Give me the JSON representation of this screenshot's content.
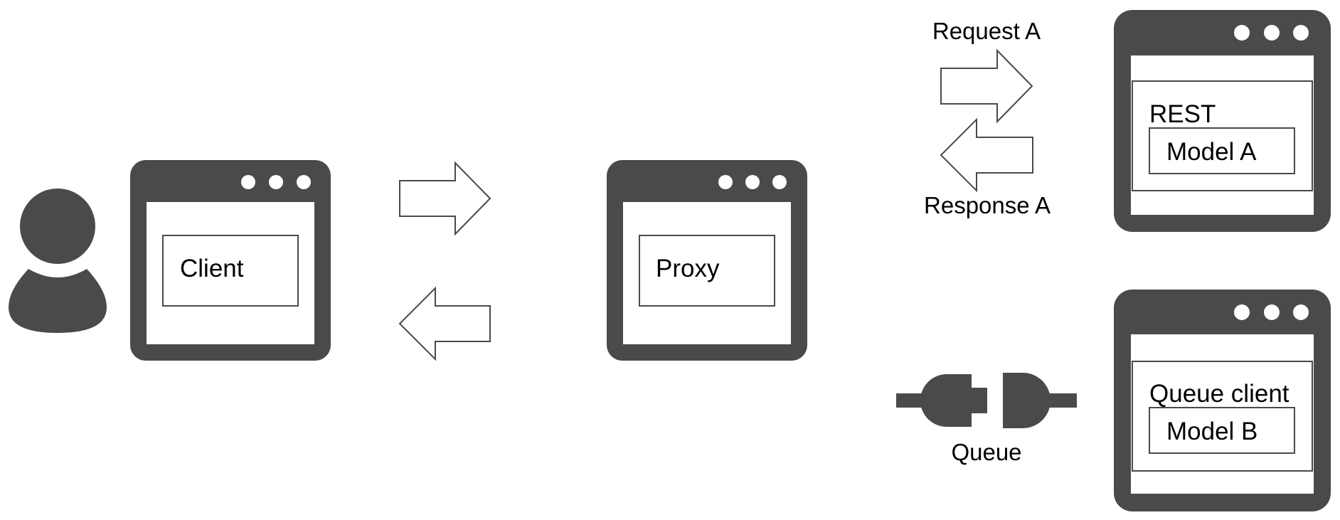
{
  "colors": {
    "icon": "#4a4a4a",
    "background": "#ffffff",
    "text": "#000000"
  },
  "client": {
    "label": "Client"
  },
  "proxy": {
    "label": "Proxy"
  },
  "rest_service": {
    "title": "REST",
    "model_label": "Model A"
  },
  "queue_service": {
    "title": "Queue client",
    "model_label": "Model B"
  },
  "rest_link": {
    "request_label": "Request A",
    "response_label": "Response A"
  },
  "queue_link": {
    "label": "Queue"
  },
  "icons": {
    "user": "user-icon",
    "window": "browser-window-icon",
    "plug": "plug-connector-icon",
    "arrow_right": "arrow-right-icon",
    "arrow_left": "arrow-left-icon"
  }
}
